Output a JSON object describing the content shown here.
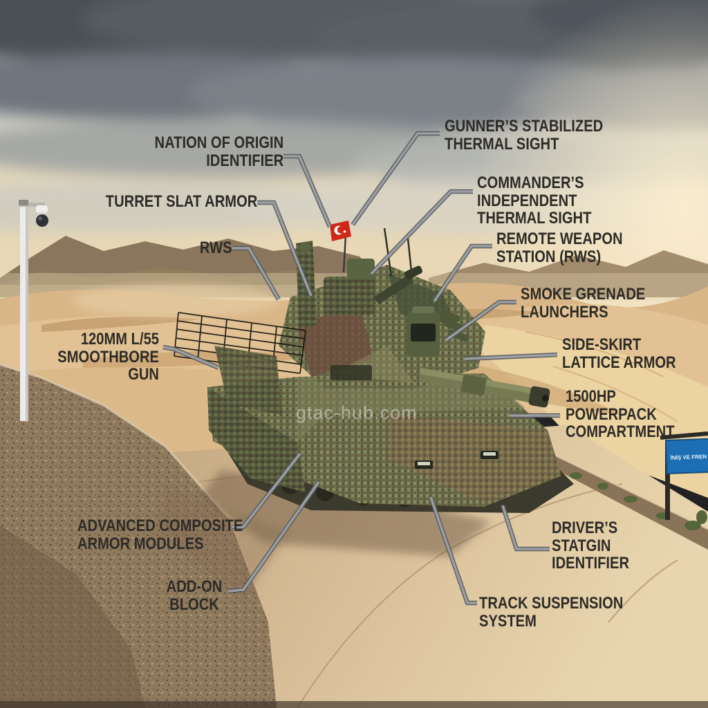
{
  "watermark": "gtac-hub.com",
  "sign": {
    "text": "İNİŞ VE FREN",
    "bg_color": "#1d6fb5",
    "text_color": "#e9f0f5"
  },
  "colors": {
    "label_text": "#2d2b26",
    "leader_line": "#8f9294",
    "flag_red": "#cf2818",
    "camo_olive": "#6e7350",
    "sand": "#ddbb8a",
    "concrete": "#d5bd99"
  },
  "labels": [
    {
      "id": "nation-of-origin",
      "text": "NATION OF ORIGIN\nIDENTIFIER"
    },
    {
      "id": "gunners-sight",
      "text": "GUNNER’S STABILIZED\nTHERMAL SIGHT"
    },
    {
      "id": "commanders-sight",
      "text": "COMMANDER’S INDEPENDENT\nTHERMAL SIGHT"
    },
    {
      "id": "turret-slat-armor",
      "text": "TURRET SLAT ARMOR"
    },
    {
      "id": "rws-short",
      "text": "RWS"
    },
    {
      "id": "remote-weapon-station",
      "text": "REMOTE WEAPON\nSTATION (RWS)"
    },
    {
      "id": "smoke-grenade-launchers",
      "text": "SMOKE GRENADE\nLAUNCHERS"
    },
    {
      "id": "side-skirt-armor",
      "text": "SIDE-SKIRT\nLATTICE ARMOR"
    },
    {
      "id": "powerpack",
      "text": "1500HP\nPOWERPACK\nCOMPARTMENT"
    },
    {
      "id": "smoothbore-gun",
      "text": "120MM L/55\nSMOOTHBORE GUN"
    },
    {
      "id": "composite-armor",
      "text": "ADVANCED COMPOSITE\nARMOR MODULES"
    },
    {
      "id": "add-on-block",
      "text": "ADD-ON\nBLOCK"
    },
    {
      "id": "driver-identifier",
      "text": "DRIVER’S\nSTATGIN\nIDENTIFIER"
    },
    {
      "id": "track-suspension",
      "text": "TRACK SUSPENSION\nSYSTEM"
    }
  ]
}
